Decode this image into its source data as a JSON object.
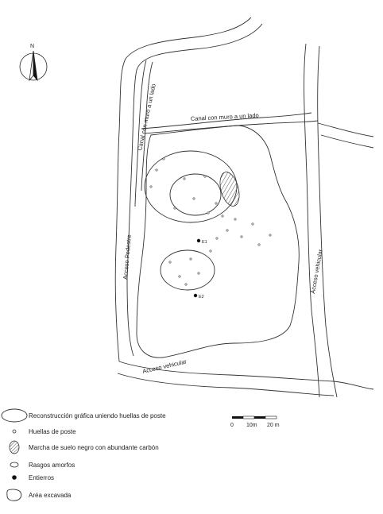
{
  "north_label": "N",
  "labels": {
    "canal_vertical": "Canal con muro a un lado",
    "canal_horizontal": "Canal con muro a un lado",
    "acceso_pedestre": "Acceso   Pedestre",
    "acceso_vehicular_right": "Acceso vehicular",
    "acceso_vehicular_bottom": "Acceso  vehicular",
    "e1": "E1",
    "e2": "E2"
  },
  "legend": [
    {
      "symbol": "ellipse-outline",
      "text": "Reconstrucción gráfica uniendo huellas de poste"
    },
    {
      "symbol": "small-circle",
      "text": "Huellas de poste"
    },
    {
      "symbol": "hatched-ellipse",
      "text": "Marcha de suelo negro con abundante carbón"
    },
    {
      "symbol": "small-oval",
      "text": "Rasgos amorfos"
    },
    {
      "symbol": "filled-dot",
      "text": "Entierros"
    },
    {
      "symbol": "blob-outline",
      "text": "Aréa excavada"
    }
  ],
  "scale": {
    "zero": "0",
    "mid": "10m",
    "end": "20 m"
  }
}
